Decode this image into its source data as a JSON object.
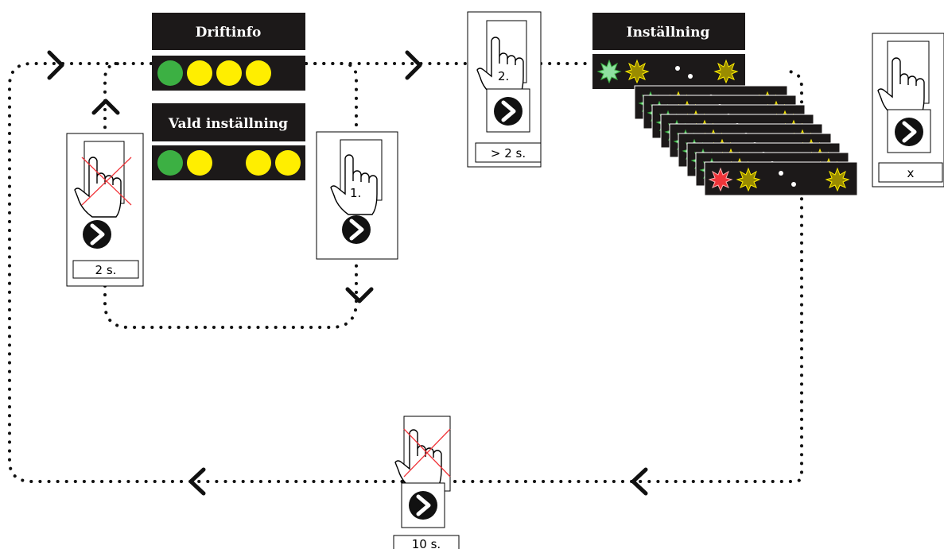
{
  "panels": {
    "driftinfo": {
      "title": "Driftinfo",
      "leds": [
        "green",
        "yellow",
        "yellow",
        "yellow"
      ]
    },
    "vald": {
      "title": "Vald inställning",
      "leds": [
        "green",
        "yellow",
        "",
        "yellow",
        "yellow"
      ]
    },
    "installning": {
      "title": "Inställning"
    }
  },
  "cards": {
    "left": {
      "label": "2 s.",
      "crossed": true
    },
    "mid": {
      "step": "1.",
      "crossed": false
    },
    "top": {
      "step": "2.",
      "label": "> 2 s.",
      "crossed": false
    },
    "right": {
      "label": "x",
      "crossed": false
    },
    "bottom": {
      "label": "10 s.",
      "crossed": true
    }
  },
  "colors": {
    "panel": "#1c1919",
    "led_green": "#3cb043",
    "led_yellow": "#ffee00",
    "led_olive": "#9a8c00",
    "led_red": "#f0353a",
    "led_pale_green": "#8fe0a0"
  }
}
